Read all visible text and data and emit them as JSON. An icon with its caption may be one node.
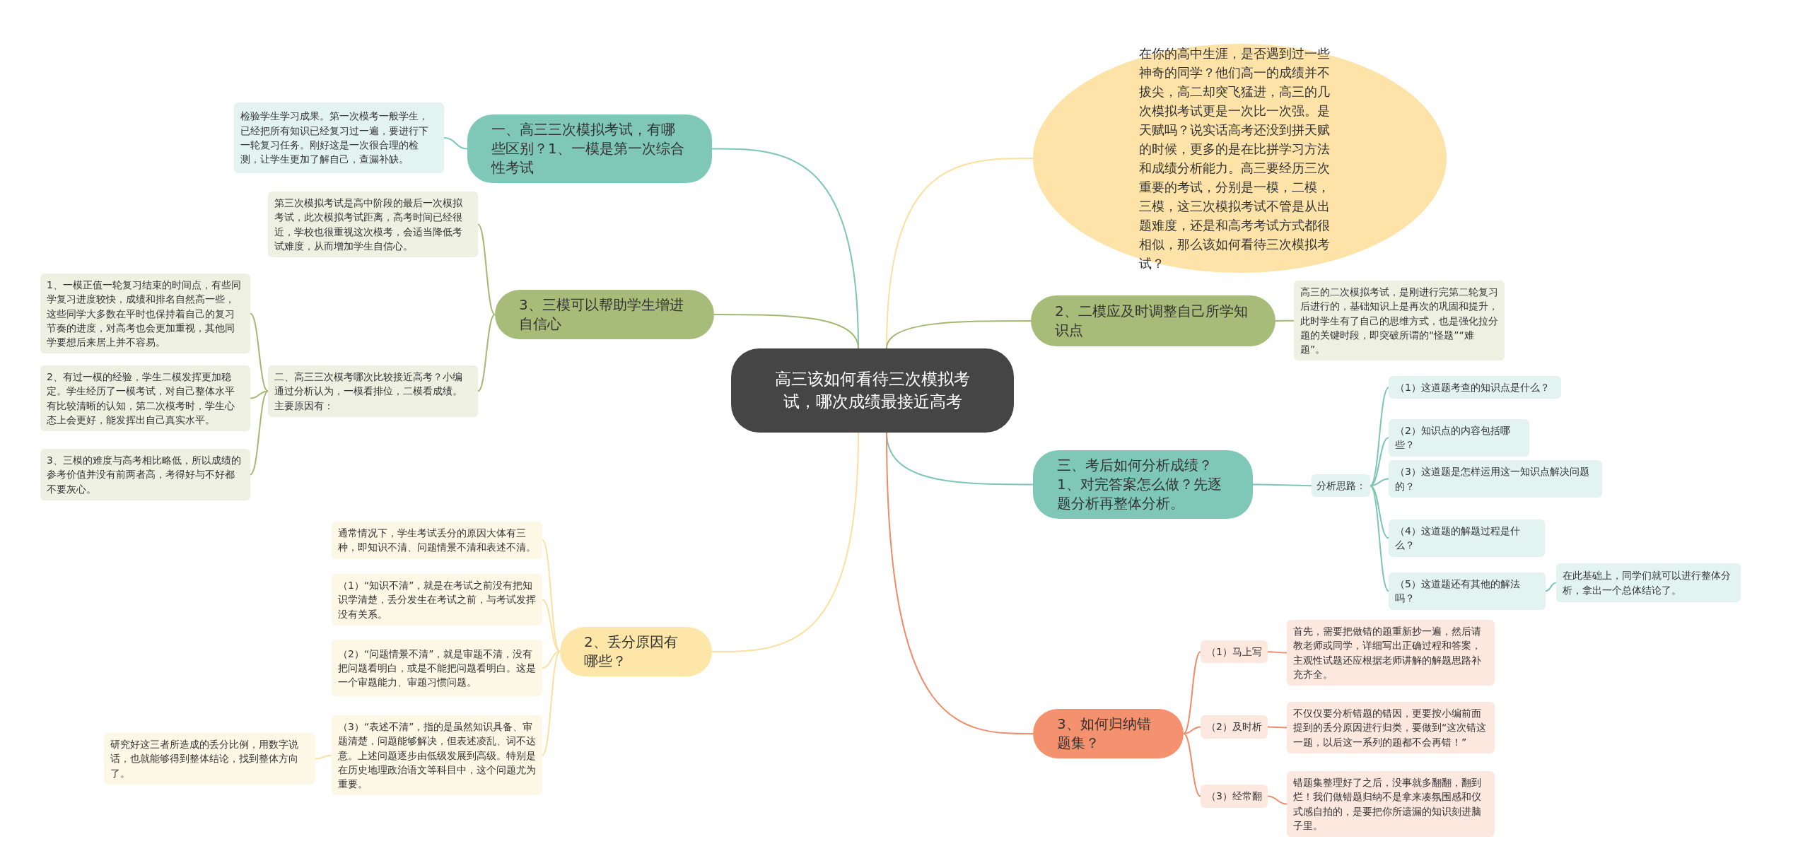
{
  "diagram": {
    "nodes": [
      {
        "text": [
          "高三该如何看待三次模拟考试，哪次成绩最接近高考"
        ]
      },
      {
        "text": [
          "一、高三三次模拟考试，有哪些区别？1、一模是第一次综合性考试"
        ]
      },
      {
        "text": [
          "检验学生学习成果。第一次模考一般学生，已经把所有知识已经复习过一遍，要进行下一轮复习任务。刚好这是一次很合理的检测，让学生更加了解自己，查漏补缺。"
        ]
      },
      {
        "text": [
          "3、三模可以帮助学生增进自信心"
        ]
      },
      {
        "text": [
          "第三次模拟考试是高中阶段的最后一次模拟考试，此次模拟考试距离，高考时间已经很近，学校也很重视这次模考，会适当降低考试难度，从而增加学生自信心。"
        ]
      },
      {
        "text": [
          "二、高三三次模考哪次比较接近高考？小编通过分析认为，一模看排位，二模看成绩。主要原因有："
        ]
      },
      {
        "text": [
          "1、一模正值一轮复习结束的时间点，有些同学复习进度较快，成绩和排名自然高一些，这些同学大多数在平时也保持着自己的复习节奏的进度，对高考也会更加重视，其他同学要想后来居上并不容易。"
        ]
      },
      {
        "text": [
          "2、有过一模的经验，学生二模发挥更加稳定。学生经历了一模考试，对自己整体水平有比较清晰的认知，第二次模考时，学生心态上会更好，能发挥出自己真实水平。"
        ]
      },
      {
        "text": [
          "3、三模的难度与高考相比略低，所以成绩的参考价值并没有前两者高，考得好与不好都不要灰心。"
        ]
      },
      {
        "text": [
          "2、丢分原因有哪些？"
        ]
      },
      {
        "text": [
          "通常情况下，学生考试丢分的原因大体有三种，即知识不清、问题情景不清和表述不清。"
        ]
      },
      {
        "text": [
          "（1）“知识不清”，就是在考试之前没有把知识学清楚，丢分发生在考试之前，与考试发挥没有关系。"
        ]
      },
      {
        "text": [
          "（2）“问题情景不清”，就是审题不清，没有把问题看明白，或是不能把问题看明白。这是一个审题能力、审题习惯问题。"
        ]
      },
      {
        "text": [
          "（3）“表述不清”，指的是虽然知识具备、审题清楚，问题能够解决，但表述凌乱、词不达意。上述问题逐步由低级发展到高级。特别是在历史地理政治语文等科目中，这个问题尤为重要。"
        ]
      },
      {
        "text": [
          "研究好这三者所造成的丢分比例，用数字说话，也就能够得到整体结论，找到整体方向了。"
        ]
      },
      {
        "text": [
          "在你的高中生涯，是否遇到过一些神奇的同学？他们高一的成绩并不拔尖，高二却突飞猛进，高三的几次模拟考试更是一次比一次强。是天赋吗？说实话高考还没到拼天赋的时候，更多的是在比拼学习方法和成绩分析能力。高三要经历三次重要的考试，分别是一模，二模，三模，这三次模拟考试不管是从出题难度，还是和高考考试方式都很相似，那么该如何看待三次模拟考试？"
        ]
      },
      {
        "text": [
          "2、二模应及时调整自己所学知识点"
        ]
      },
      {
        "text": [
          "高三的二次模拟考试，是刚进行完第二轮复习后进行的，基础知识上是再次的巩固和提升，此时学生有了自己的思维方式，也是强化拉分题的关键时段，即突破所谓的“怪题”“难题”。"
        ]
      },
      {
        "text": [
          "三、考后如何分析成绩？1、对完答案怎么做？先逐题分析再整体分析。"
        ]
      },
      {
        "text": [
          "分析思路："
        ]
      },
      {
        "text": [
          "（1）这道题考查的知识点是什么？"
        ]
      },
      {
        "text": [
          "（2）知识点的内容包括哪些？"
        ]
      },
      {
        "text": [
          "（3）这道题是怎样运用这一知识点解决问题的？"
        ]
      },
      {
        "text": [
          "（4）这道题的解题过程是什么？"
        ]
      },
      {
        "text": [
          "（5）这道题还有其他的解法吗？"
        ]
      },
      {
        "text": [
          "在此基础上，同学们就可以进行整体分析，拿出一个总体结论了。"
        ]
      },
      {
        "text": [
          "3、如何归纳错题集？"
        ]
      },
      {
        "text": [
          "（1）马上写"
        ]
      },
      {
        "text": [
          "首先，需要把做错的题重新抄一遍，然后请教老师或同学，详细写出正确过程和答案，主观性试题还应根据老师讲解的解题思路补充齐全。"
        ]
      },
      {
        "text": [
          "（2）及时析"
        ]
      },
      {
        "text": [
          "不仅仅要分析错题的错因，更要按小编前面提到的丢分原因进行归类，要做到“这次错这一题，以后这一系列的题都不会再错！”"
        ]
      },
      {
        "text": [
          "（3）经常翻"
        ]
      },
      {
        "text": [
          "错题集整理好了之后，没事就多翻翻，翻到烂！我们做错题归纳不是拿来凑氛围感和仪式感自拍的，是要把你所遗漏的知识刻进脑子里。"
        ]
      }
    ],
    "edges": [
      {
        "from": 0,
        "to": 1,
        "arrow": "none",
        "color": "#7cc6b6"
      },
      {
        "from": 1,
        "to": 2,
        "arrow": "none",
        "color": "#7cc6b6"
      },
      {
        "from": 0,
        "to": 3,
        "arrow": "none",
        "color": "#a3b96f"
      },
      {
        "from": 3,
        "to": 4,
        "arrow": "none",
        "color": "#a3b96f"
      },
      {
        "from": 3,
        "to": 5,
        "arrow": "none",
        "color": "#a3b96f"
      },
      {
        "from": 5,
        "to": 6,
        "arrow": "none",
        "color": "#a3b96f"
      },
      {
        "from": 5,
        "to": 7,
        "arrow": "none",
        "color": "#a3b96f"
      },
      {
        "from": 5,
        "to": 8,
        "arrow": "none",
        "color": "#a3b96f"
      },
      {
        "from": 0,
        "to": 9,
        "arrow": "none",
        "color": "#fbe0a0"
      },
      {
        "from": 9,
        "to": 10,
        "arrow": "none",
        "color": "#fbe0a0"
      },
      {
        "from": 9,
        "to": 11,
        "arrow": "none",
        "color": "#fbe0a0"
      },
      {
        "from": 9,
        "to": 12,
        "arrow": "none",
        "color": "#fbe0a0"
      },
      {
        "from": 9,
        "to": 13,
        "arrow": "none",
        "color": "#fbe0a0"
      },
      {
        "from": 13,
        "to": 14,
        "arrow": "none",
        "color": "#fbe0a0"
      },
      {
        "from": 0,
        "to": 15,
        "arrow": "none",
        "color": "#fbe0a0"
      },
      {
        "from": 0,
        "to": 16,
        "arrow": "none",
        "color": "#a3b96f"
      },
      {
        "from": 16,
        "to": 17,
        "arrow": "none",
        "color": "#a3b96f"
      },
      {
        "from": 0,
        "to": 18,
        "arrow": "none",
        "color": "#7cc6b6"
      },
      {
        "from": 18,
        "to": 19,
        "arrow": "none",
        "color": "#7cc6b6"
      },
      {
        "from": 19,
        "to": 20,
        "arrow": "none",
        "color": "#7cc6b6"
      },
      {
        "from": 19,
        "to": 21,
        "arrow": "none",
        "color": "#7cc6b6"
      },
      {
        "from": 19,
        "to": 22,
        "arrow": "none",
        "color": "#7cc6b6"
      },
      {
        "from": 19,
        "to": 23,
        "arrow": "none",
        "color": "#7cc6b6"
      },
      {
        "from": 19,
        "to": 24,
        "arrow": "none",
        "color": "#7cc6b6"
      },
      {
        "from": 24,
        "to": 25,
        "arrow": "none",
        "color": "#7cc6b6"
      },
      {
        "from": 0,
        "to": 26,
        "arrow": "none",
        "color": "#ef8b67"
      },
      {
        "from": 26,
        "to": 27,
        "arrow": "none",
        "color": "#ef8b67"
      },
      {
        "from": 26,
        "to": 29,
        "arrow": "none",
        "color": "#ef8b67"
      },
      {
        "from": 26,
        "to": 31,
        "arrow": "none",
        "color": "#ef8b67"
      },
      {
        "from": 27,
        "to": 28,
        "arrow": "none",
        "color": "#ef8b67"
      },
      {
        "from": 29,
        "to": 30,
        "arrow": "none",
        "color": "#ef8b67"
      },
      {
        "from": 31,
        "to": 32,
        "arrow": "none",
        "color": "#ef8b67"
      }
    ]
  }
}
